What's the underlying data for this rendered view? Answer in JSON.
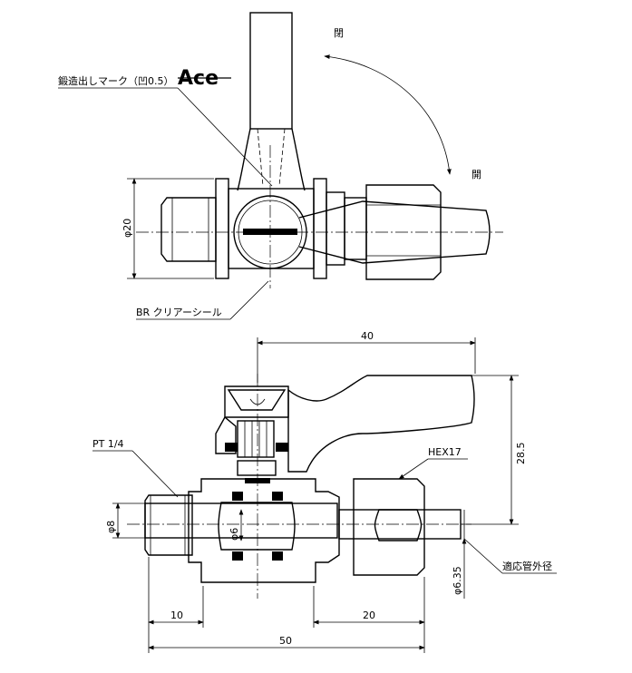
{
  "labels": {
    "forged_mark": "鍛造出しマーク（凹0.5）",
    "logo": "Ace",
    "open_top": "閉",
    "open_side": "開",
    "gasket": "BR クリアーシール",
    "thread": "PT 1/4",
    "hex": "HEX17",
    "tube_od": "適応管外径"
  },
  "dimensions": {
    "phi20": "φ20",
    "d40": "40",
    "d28_5": "28.5",
    "phi8": "φ8",
    "phi6": "φ6",
    "phi6_35": "φ6.35",
    "d10": "10",
    "d20": "20",
    "d50": "50"
  }
}
